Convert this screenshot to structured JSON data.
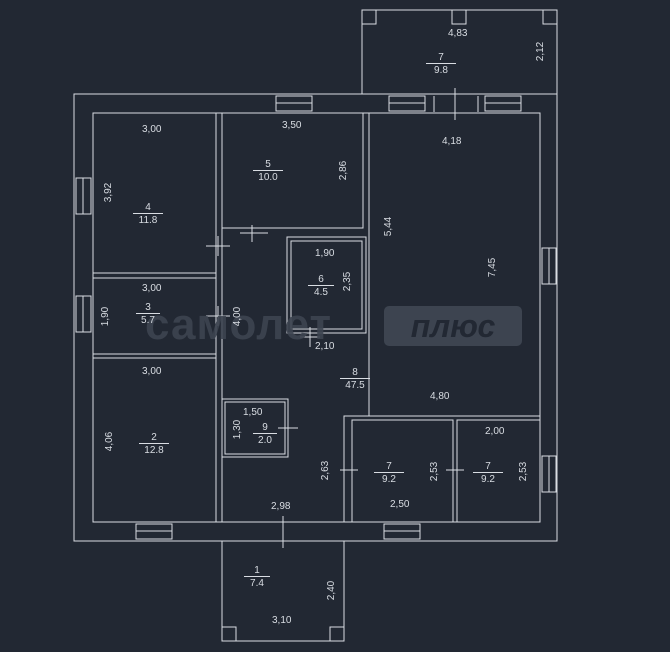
{
  "watermark": {
    "brand": "самолет",
    "badge": "плюс"
  },
  "colors": {
    "background": "#222833",
    "lines": "#d9dde3"
  },
  "rooms": [
    {
      "id": "r1",
      "number": "1",
      "area": "7.4"
    },
    {
      "id": "r2",
      "number": "2",
      "area": "12.8"
    },
    {
      "id": "r3",
      "number": "3",
      "area": "5.7"
    },
    {
      "id": "r4",
      "number": "4",
      "area": "11.8"
    },
    {
      "id": "r5",
      "number": "5",
      "area": "10.0"
    },
    {
      "id": "r6",
      "number": "6",
      "area": "4.5"
    },
    {
      "id": "r7a",
      "number": "7",
      "area": "9.8"
    },
    {
      "id": "r7b",
      "number": "7",
      "area": "9.2"
    },
    {
      "id": "r7c",
      "number": "7",
      "area": "9.2"
    },
    {
      "id": "r8",
      "number": "8",
      "area": "47.5"
    },
    {
      "id": "r9",
      "number": "9",
      "area": "2.0"
    }
  ],
  "dimensions": {
    "d_483": "4,83",
    "d_212": "2,12",
    "d_300a": "3,00",
    "d_350": "3,50",
    "d_418": "4,18",
    "d_392": "3,92",
    "d_286": "2,86",
    "d_544": "5,44",
    "d_190a": "1,90",
    "d_235": "2,35",
    "d_745": "7,45",
    "d_300b": "3,00",
    "d_190b": "1,90",
    "d_400": "4,00",
    "d_210": "2,10",
    "d_300c": "3,00",
    "d_480": "4,80",
    "d_150": "1,50",
    "d_130": "1,30",
    "d_200": "2,00",
    "d_406": "4,06",
    "d_263": "2,63",
    "d_253a": "2,53",
    "d_253b": "2,53",
    "d_298": "2,98",
    "d_250": "2,50",
    "d_240": "2,40",
    "d_310": "3,10"
  }
}
